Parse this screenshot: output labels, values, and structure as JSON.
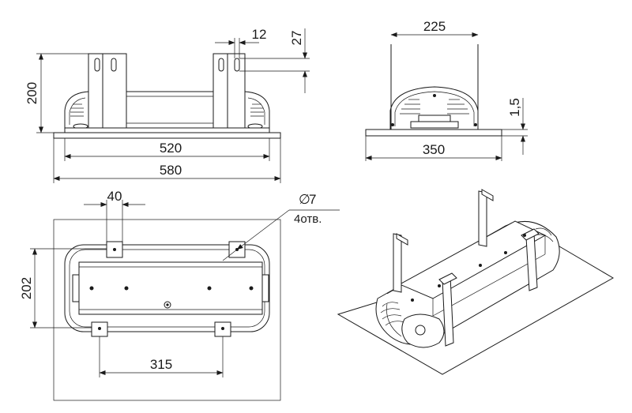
{
  "dimensions": {
    "front_height": "200",
    "front_inner_width": "520",
    "front_outer_width": "580",
    "slot_width": "12",
    "slot_height": "27",
    "side_bracket_span": "225",
    "side_plate_thickness": "1,5",
    "side_plate_width": "350",
    "top_bracket_width": "40",
    "top_height": "202",
    "top_hole_spacing": "315",
    "hole_diameter": "7",
    "hole_count_note": "4отв."
  },
  "symbols": {
    "diameter": "∅"
  },
  "colors": {
    "line": "#1a1a1a",
    "background": "#ffffff"
  }
}
